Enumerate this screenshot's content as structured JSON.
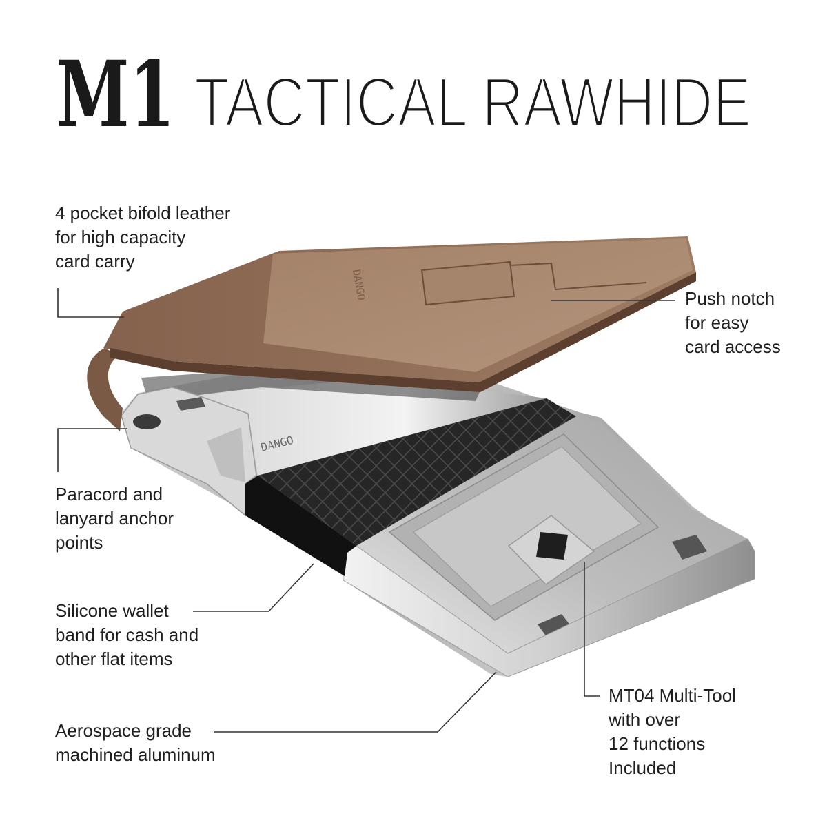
{
  "title": {
    "model": "M1",
    "name": "TACTICAL RAWHIDE"
  },
  "brand_mark": "DANGO",
  "callouts": [
    {
      "lines": [
        "4 pocket bifold leather",
        "for high capacity",
        "card carry"
      ]
    },
    {
      "lines": [
        "Push notch",
        "for easy",
        "card access"
      ]
    },
    {
      "lines": [
        "Paracord and",
        "lanyard anchor",
        "points"
      ]
    },
    {
      "lines": [
        "Silicone wallet",
        "band for cash and",
        "other flat items"
      ]
    },
    {
      "lines": [
        "Aerospace grade",
        "machined aluminum"
      ]
    },
    {
      "lines": [
        "MT04 Multi-Tool",
        "with over",
        "12 functions",
        "Included"
      ]
    }
  ],
  "colors": {
    "background": "#ffffff",
    "text": "#1f1f1f",
    "leather": "#a9886f",
    "silicone": "#222222",
    "aluminum": "#cfcfcf"
  }
}
